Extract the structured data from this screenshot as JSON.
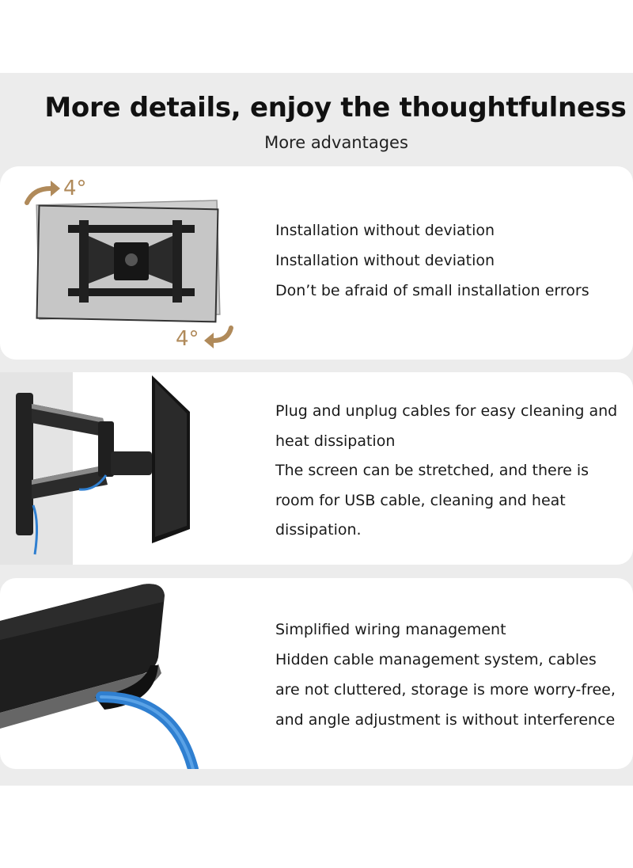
{
  "header": {
    "title": "More details, enjoy the thoughtfulness",
    "subtitle": "More advantages"
  },
  "sections": [
    {
      "illustration": "tilt-adjust-mount",
      "angle_top": "4°",
      "angle_bottom": "4°",
      "lines": [
        "Installation without deviation",
        "Installation without deviation",
        "Don’t be afraid of small installation errors"
      ]
    },
    {
      "illustration": "extended-arm-mount",
      "lines": [
        "Plug and unplug cables for easy cleaning and",
        "heat dissipation",
        "The screen can be stretched, and there is",
        "room for USB cable, cleaning and heat",
        "dissipation."
      ]
    },
    {
      "illustration": "cable-management-arm",
      "lines": [
        "Simplified wiring management",
        "Hidden cable management system, cables",
        "are not cluttered, storage is more worry-free,",
        "and angle adjustment is without interference"
      ]
    }
  ],
  "colors": {
    "background": "#ececec",
    "card": "#ffffff",
    "accent_arrow": "#b08a5a",
    "cable_blue": "#2f7fd0"
  }
}
